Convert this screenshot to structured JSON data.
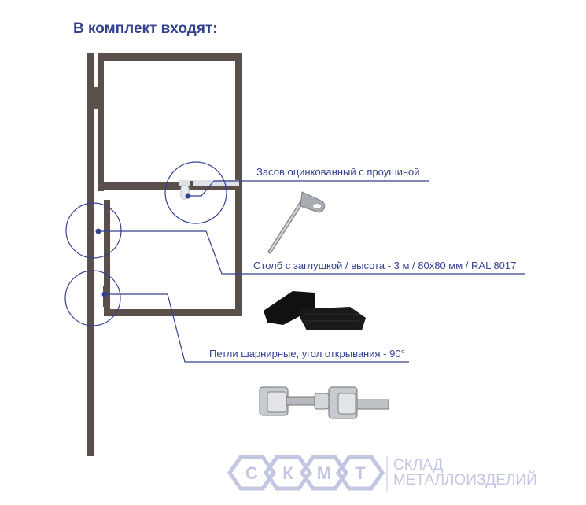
{
  "title": "В комплект входят:",
  "callouts": {
    "latch": "Засов оцинкованный с проушиной",
    "post": "Столб с заглушкой / высота - 3 м / 80x80 мм / RAL 8017",
    "hinges": "Петли шарнирные, угол открывания - 90°"
  },
  "logo": {
    "letters": [
      "С",
      "К",
      "М",
      "Т"
    ],
    "line1": "СКЛАД",
    "line2": "МЕТАЛЛОИЗДЕЛИЙ"
  },
  "colors": {
    "accent": "#33418f",
    "frame": "#5a4f4b",
    "logo": "#c3c6e0"
  }
}
